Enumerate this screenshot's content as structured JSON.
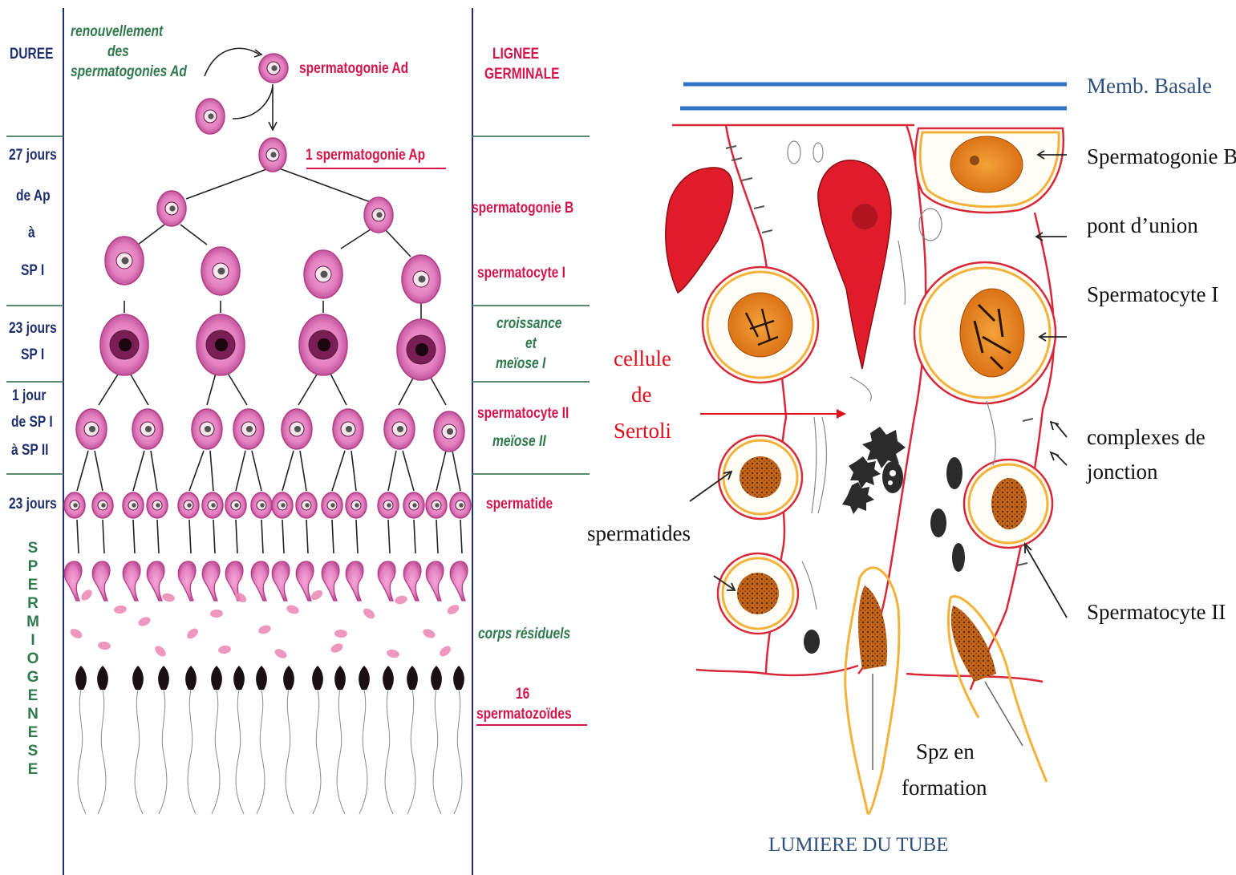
{
  "left_panel": {
    "header_duree": "DUREE",
    "renewal_text": [
      "renouvellement",
      "des",
      "spermatogonies Ad"
    ],
    "header_lignee": [
      "LIGNEE",
      "GERMINALE"
    ],
    "durations": {
      "d1": [
        "27 jours",
        "de Ap",
        "à",
        "SP I"
      ],
      "d2": [
        "23 jours",
        "SP I"
      ],
      "d3": [
        "1 jour",
        "de SP I",
        "à SP II"
      ],
      "d4": "23 jours",
      "spermiogenese_letters": [
        "S",
        "P",
        "E",
        "R",
        "M",
        "I",
        "O",
        "G",
        "E",
        "N",
        "E",
        "S",
        "E"
      ]
    },
    "tree_labels": {
      "ad": "spermatogonie Ad",
      "ap": "1 spermatogonie Ap"
    },
    "stage_labels": {
      "spermatogonie_b": "spermatogonie B",
      "spermatocyte_1": "spermatocyte I",
      "croissance": [
        "croissance",
        "et",
        "meïose I"
      ],
      "spermatocyte_2": "spermatocyte II",
      "meiose_2": "meïose II",
      "spermatide": "spermatide",
      "corps_residuels": "corps résiduels",
      "spermatozoides": [
        "16",
        "spermatozoïdes"
      ]
    }
  },
  "right_panel": {
    "memb_basale": "Memb. Basale",
    "spermatogonie_b": "Spermatogonie B",
    "pont_union": "pont d’union",
    "spermatocyte_1": "Spermatocyte I",
    "complexes": [
      "complexes de",
      "jonction"
    ],
    "spermatocyte_2": "Spermatocyte II",
    "sertoli": [
      "cellule",
      "de",
      "Sertoli"
    ],
    "spermatides": "spermatides",
    "spz": [
      "Spz en",
      "formation"
    ],
    "lumiere": "LUMIERE DU TUBE"
  },
  "colors": {
    "cell_pink": "#e37fbf",
    "cell_pink_dark": "#b53b86",
    "cell_nucleus": "#f6e6ee",
    "dark_blue_line": "#1f2f6e",
    "green_line": "#5b8a6d",
    "membrane_blue": "#2f74c9",
    "sertoli_red": "#e11c2a",
    "cell_outline_red": "#d8293a",
    "cytoplasm_yellow": "#f3b23a",
    "nucleus_orange": "#e8861c"
  }
}
